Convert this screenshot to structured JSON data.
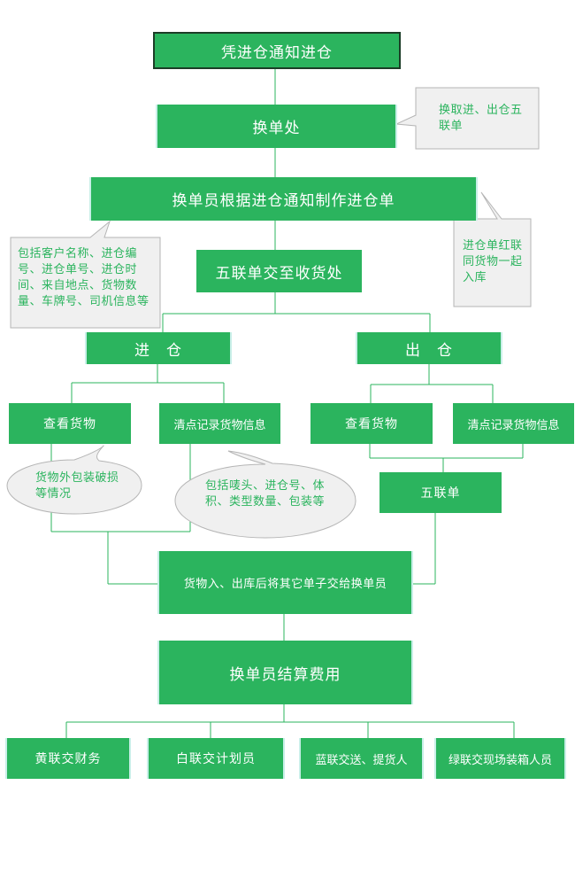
{
  "nodes": {
    "start": "凭进仓通知进仓",
    "exchange_office": "换单处",
    "make_form": "换单员根据进仓通知制作进仓单",
    "deliver_to_receiving": "五联单交至收货处",
    "in_warehouse": "进　仓",
    "out_warehouse": "出　仓",
    "in_check_goods": "查看货物",
    "in_count_record": "清点记录货物信息",
    "out_check_goods": "查看货物",
    "out_count_record": "清点记录货物信息",
    "five_copy_form": "五联单",
    "hand_over": "货物入、出库后将其它单子交给换单员",
    "settle_fees": "换单员结算费用",
    "yellow_copy": "黄联交财务",
    "white_copy": "白联交计划员",
    "blue_copy": "蓝联交送、提货人",
    "green_copy": "绿联交现场装箱人员"
  },
  "notes": {
    "exchange_note": "换取进、出仓五联单",
    "form_content_note": "包括客户名称、进仓编号、进仓单号、进仓时间、来自地点、货物数量、车牌号、司机信息等",
    "red_copy_note": "进仓单红联同货物一起入库",
    "packaging_note": "货物外包装破损等情况",
    "record_detail_note": "包括唛头、进仓号、体积、类型数量、包装等"
  },
  "colors": {
    "node_fill": "#2bb45e",
    "node_text": "#ffffff",
    "line": "#2bb45e",
    "note_fill": "#f0f0f0",
    "note_border": "#b5b5b5",
    "note_text": "#2bb45e",
    "dark_border": "#1c3d27"
  }
}
